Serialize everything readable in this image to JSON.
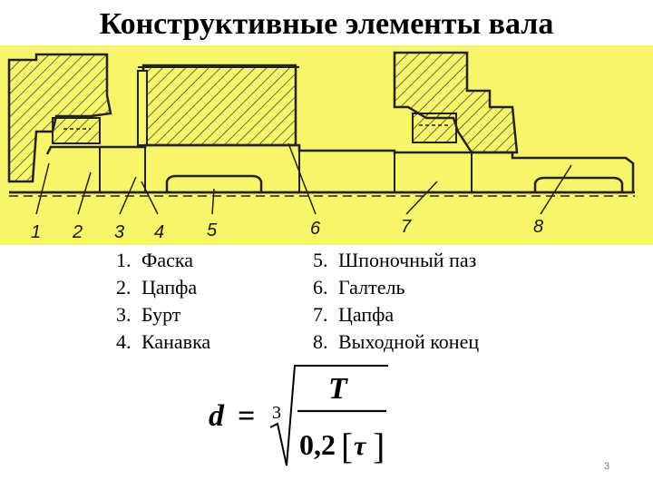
{
  "title": "Конструктивные элементы  вала",
  "drawing": {
    "background": "#f7f56a",
    "callouts": [
      "1",
      "2",
      "3",
      "4",
      "5",
      "6",
      "7",
      "8"
    ]
  },
  "legend": {
    "left": [
      {
        "num": "1.",
        "text": "Фаска"
      },
      {
        "num": "2.",
        "text": "Цапфа"
      },
      {
        "num": "3.",
        "text": "Бурт"
      },
      {
        "num": "4.",
        "text": "Канавка"
      }
    ],
    "right": [
      {
        "num": "5.",
        "text": "Шпоночный паз"
      },
      {
        "num": "6.",
        "text": "Галтель"
      },
      {
        "num": "7.",
        "text": "Цапфа"
      },
      {
        "num": "8.",
        "text": "Выходной конец"
      }
    ]
  },
  "formula": {
    "lhs": "d",
    "equals": "=",
    "root_index": "3",
    "numerator": "T",
    "denominator_coef": "0,2",
    "denominator_var": "τ",
    "bracket_open": "[",
    "bracket_close": "]"
  },
  "slide_number": "3"
}
